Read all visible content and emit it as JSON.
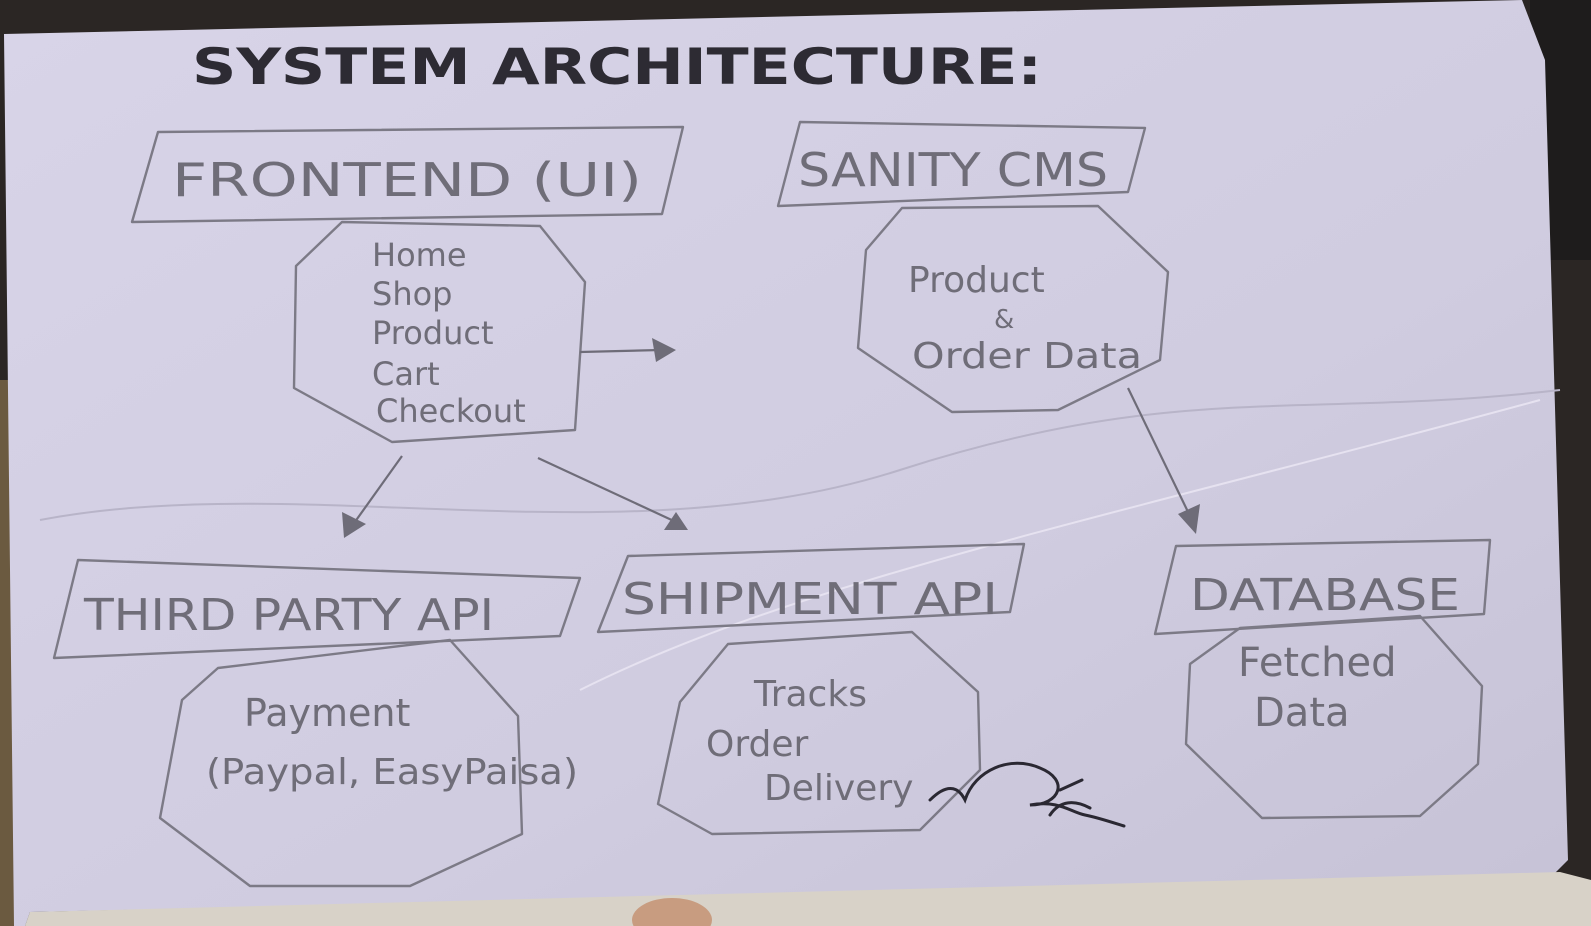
{
  "diagram": {
    "title": "SYSTEM ARCHITECTURE:",
    "nodes": {
      "frontend": {
        "label": "FRONTEND (UI)",
        "items": [
          "Home",
          "Shop",
          "Product",
          "Cart",
          "Checkout"
        ]
      },
      "sanity": {
        "label": "SANITY CMS",
        "items": [
          "Product",
          "&",
          "Order Data"
        ]
      },
      "third_party": {
        "label": "THIRD PARTY API",
        "items": [
          "Payment",
          "(Paypal, EasyPaisa)"
        ]
      },
      "shipment": {
        "label": "SHIPMENT API",
        "items": [
          "Tracks",
          "Order",
          "Delivery"
        ]
      },
      "database": {
        "label": "DATABASE",
        "items": [
          "Fetched",
          "Data"
        ]
      }
    },
    "edges": [
      {
        "from": "frontend",
        "to": "sanity"
      },
      {
        "from": "frontend",
        "to": "third_party"
      },
      {
        "from": "frontend",
        "to": "shipment"
      },
      {
        "from": "sanity",
        "to": "database"
      }
    ],
    "colors": {
      "paper": "#d4d0e4",
      "pencil": "#6f6d78",
      "ink": "#2d2b33"
    }
  }
}
